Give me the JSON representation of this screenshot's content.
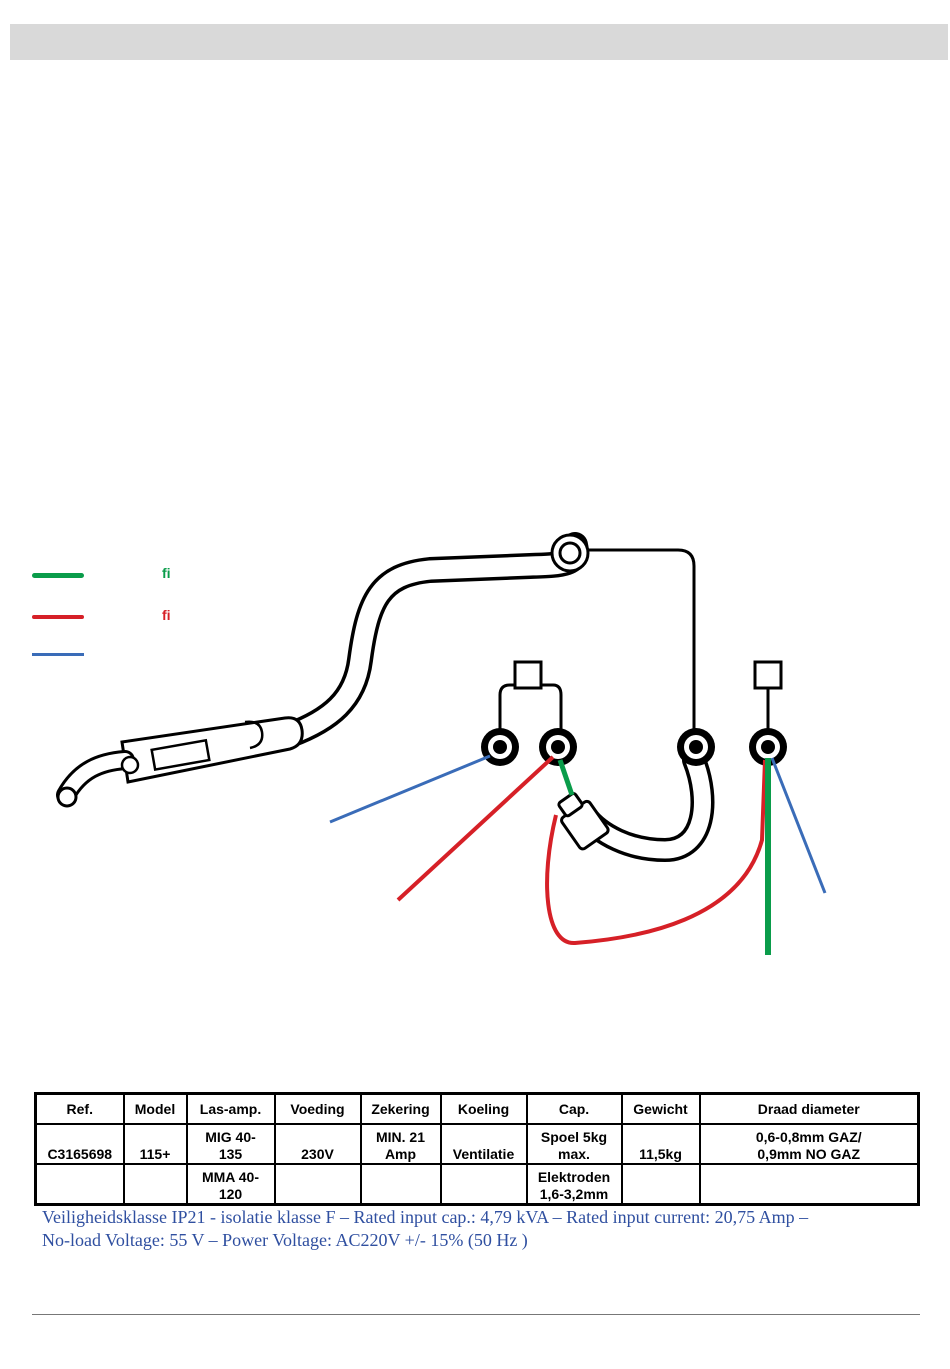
{
  "legend": {
    "items": [
      {
        "label": "ﬁ",
        "color": "#0a9c4a"
      },
      {
        "label": "ﬁ",
        "color": "#d62027"
      },
      {
        "label": "",
        "color": "#3a6cb8"
      }
    ]
  },
  "table": {
    "headers": [
      "Ref.",
      "Model",
      "Las-amp.",
      "Voeding",
      "Zekering",
      "Koeling",
      "Cap.",
      "Gewicht",
      "Draad diameter"
    ],
    "row1": {
      "ref": "C3165698",
      "model": "115+",
      "las_l1": "MIG 40-",
      "las_l2": "135",
      "voeding": "230V",
      "zek_l1": "MIN. 21",
      "zek_l2": "Amp",
      "koeling": "Ventilatie",
      "cap_l1": "Spoel 5kg",
      "cap_l2": "max.",
      "gewicht": "11,5kg",
      "draad_l1": "0,6-0,8mm GAZ/",
      "draad_l2": "0,9mm NO GAZ"
    },
    "row2": {
      "las_l1": "MMA 40-",
      "las_l2": "120",
      "cap_l1": "Elektroden",
      "cap_l2": "1,6-3,2mm"
    }
  },
  "specs_note": {
    "line1": "Veiligheidsklasse IP21 - isolatie klasse F – Rated input cap.: 4,79 kVA – Rated input current: 20,75 Amp –",
    "line2": "No-load Voltage: 55 V – Power Voltage: AC220V +/- 15% (50 Hz )"
  },
  "colors": {
    "header_bar": "#d9d9d9",
    "wire_green": "#0a9c4a",
    "wire_red": "#d62027",
    "wire_blue": "#3a6cb8",
    "note_text": "#2f4fa0"
  }
}
